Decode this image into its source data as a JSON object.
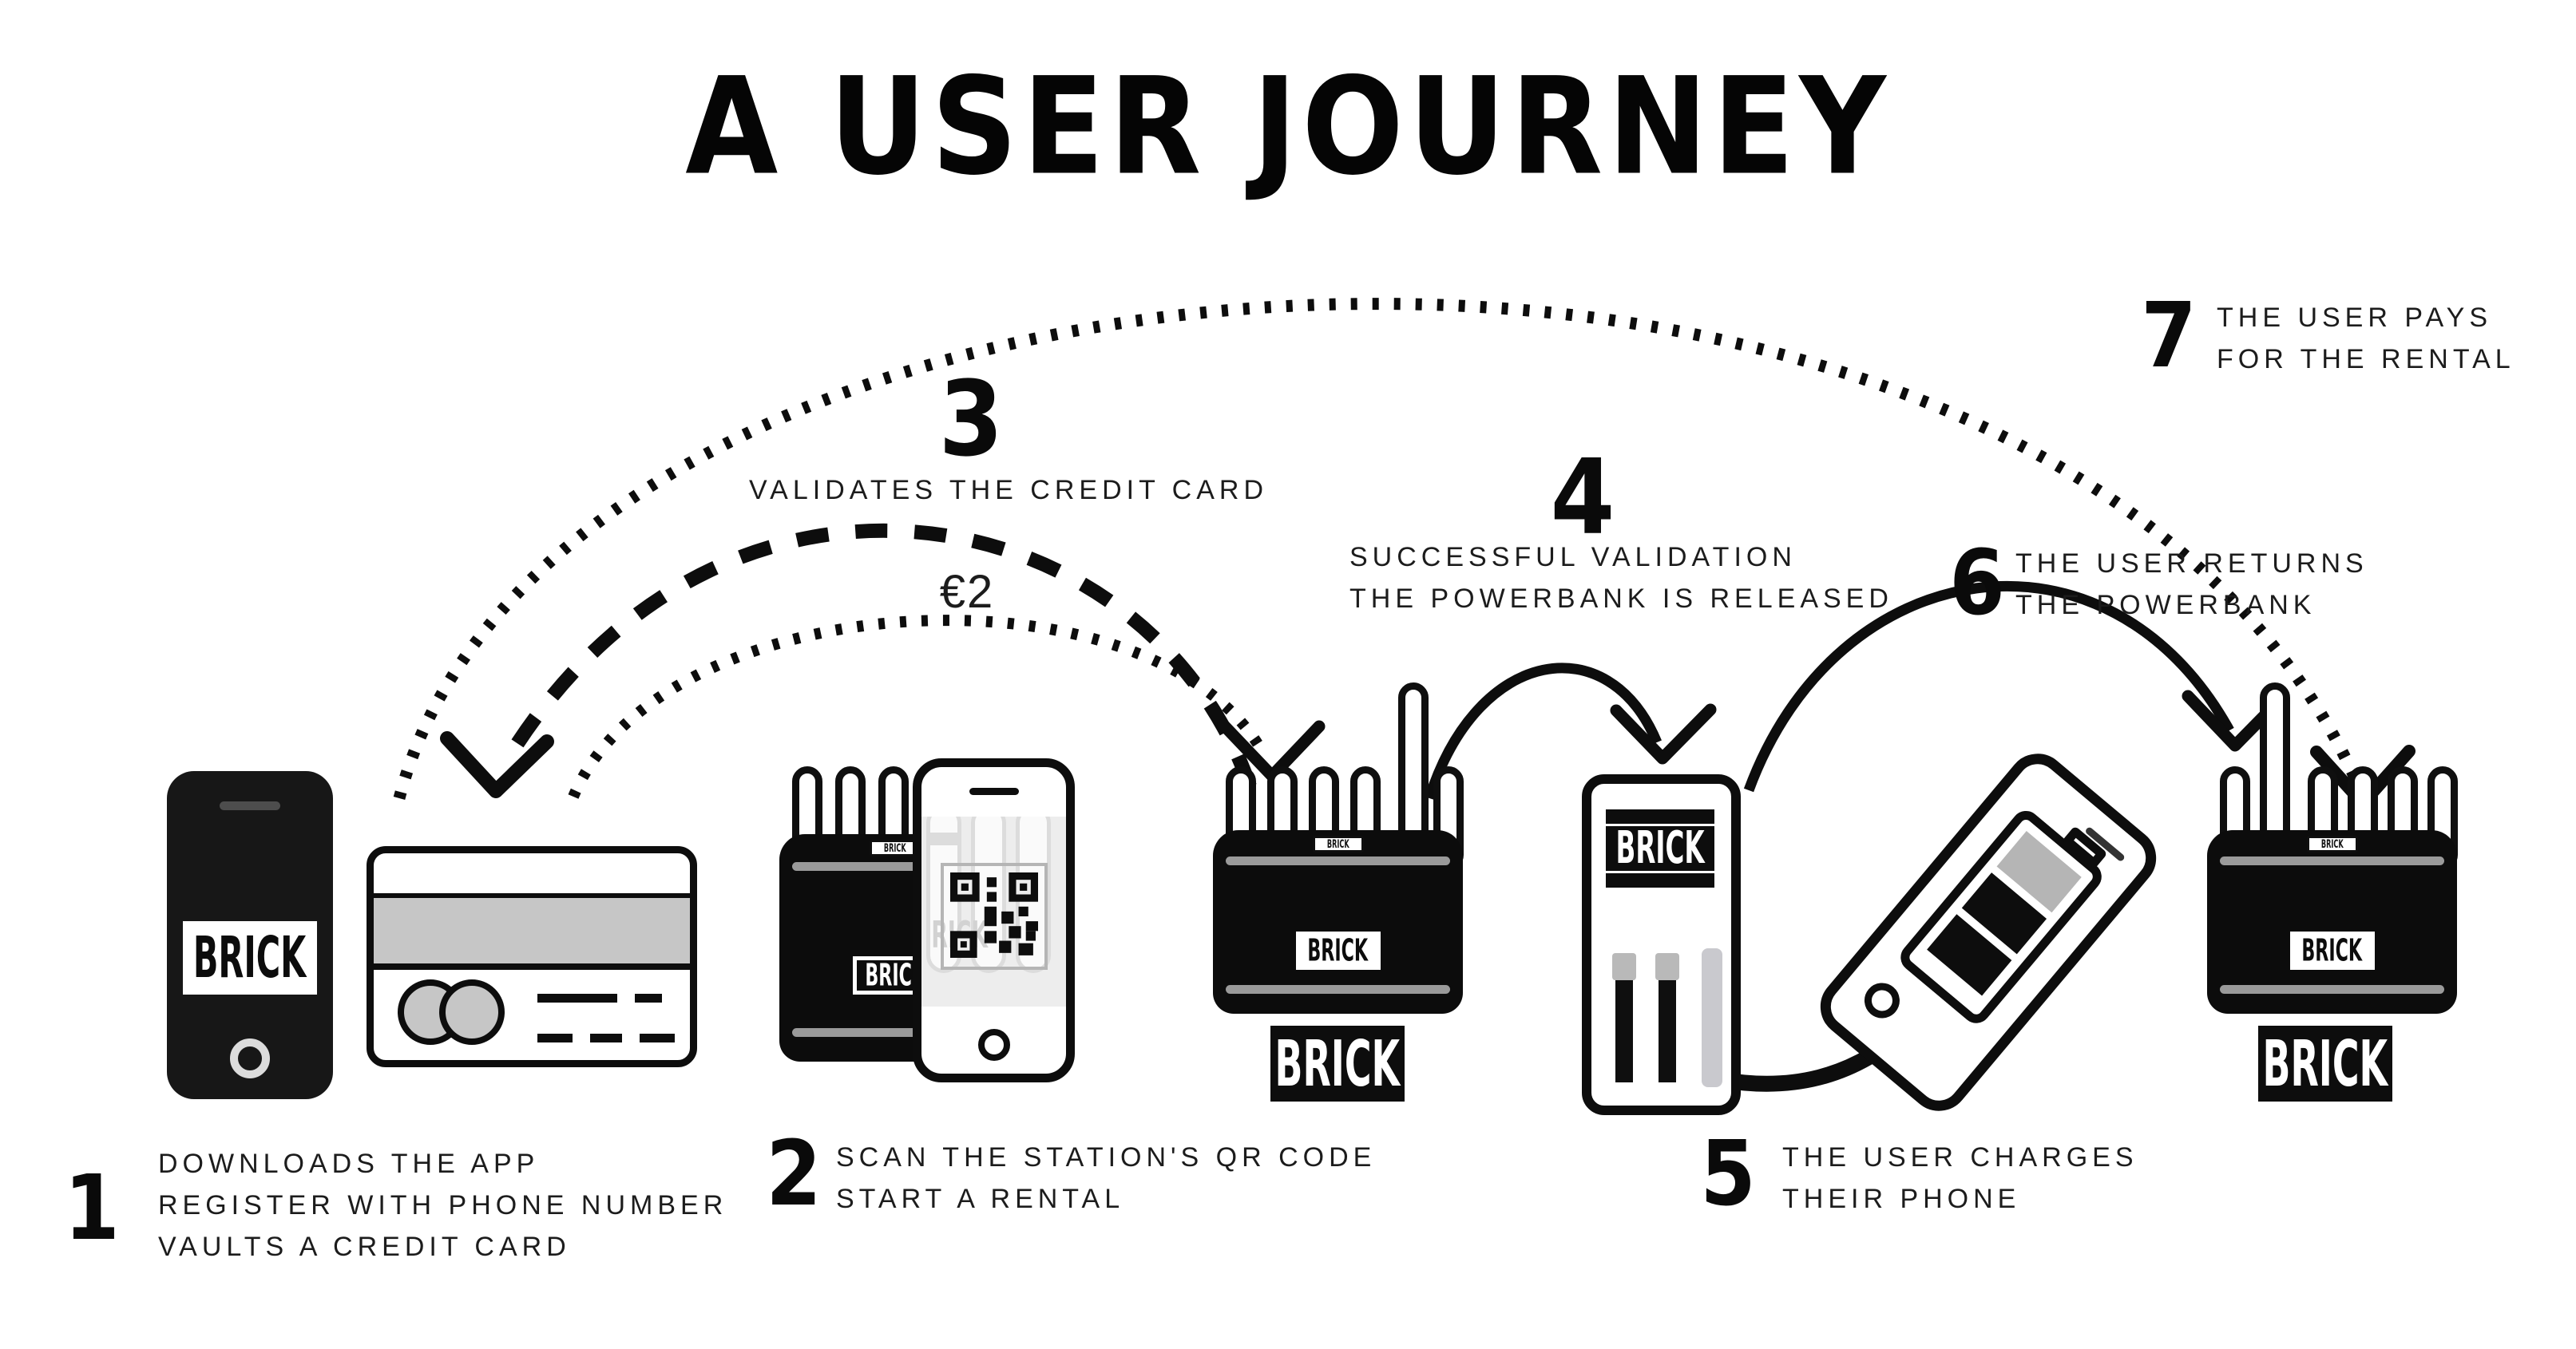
{
  "title": "A USER JOURNEY",
  "brand": {
    "logo": "BRICK"
  },
  "steps": {
    "s1": {
      "num": "1",
      "line1": "DOWNLOADS THE APP",
      "line2": "REGISTER WITH PHONE NUMBER",
      "line3": "VAULTS A CREDIT CARD"
    },
    "s2": {
      "num": "2",
      "line1": "SCAN THE STATION'S QR CODE",
      "line2": "START A RENTAL"
    },
    "s3": {
      "num": "3",
      "line1": "VALIDATES THE CREDIT CARD",
      "price": "€2"
    },
    "s4": {
      "num": "4",
      "line1": "SUCCESSFUL VALIDATION",
      "line2": "THE POWERBANK IS RELEASED"
    },
    "s5": {
      "num": "5",
      "line1": "THE USER CHARGES",
      "line2": "THEIR PHONE"
    },
    "s6": {
      "num": "6",
      "line1": "THE USER RETURNS",
      "line2": "THE POWERBANK"
    },
    "s7": {
      "num": "7",
      "line1": "THE USER PAYS",
      "line2": "FOR THE RENTAL"
    }
  },
  "colors": {
    "ink": "#111111",
    "card_stripe": "#c6c6c6",
    "station_stripe": "#9a9a9a",
    "screen_gray": "#ededed",
    "battery_gray": "#b5b5b5"
  }
}
